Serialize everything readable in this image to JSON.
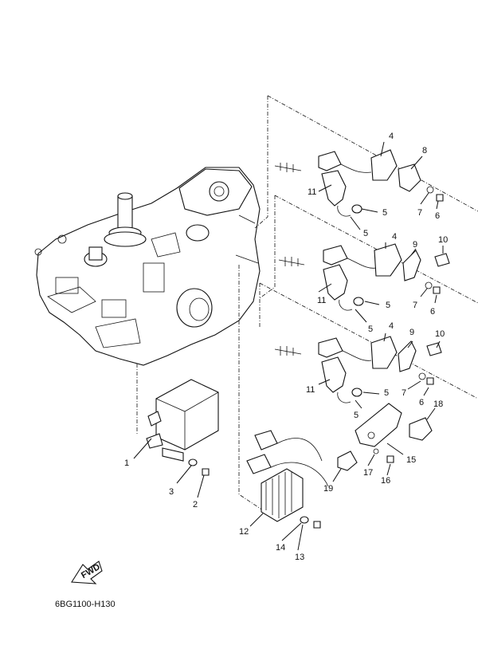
{
  "diagram_code": "6BG1100-H130",
  "fwd_label": "FWD",
  "callouts": [
    "1",
    "2",
    "3",
    "4",
    "5",
    "6",
    "7",
    "8",
    "9",
    "10",
    "11",
    "12",
    "13",
    "14",
    "15",
    "16",
    "17",
    "18",
    "19"
  ]
}
